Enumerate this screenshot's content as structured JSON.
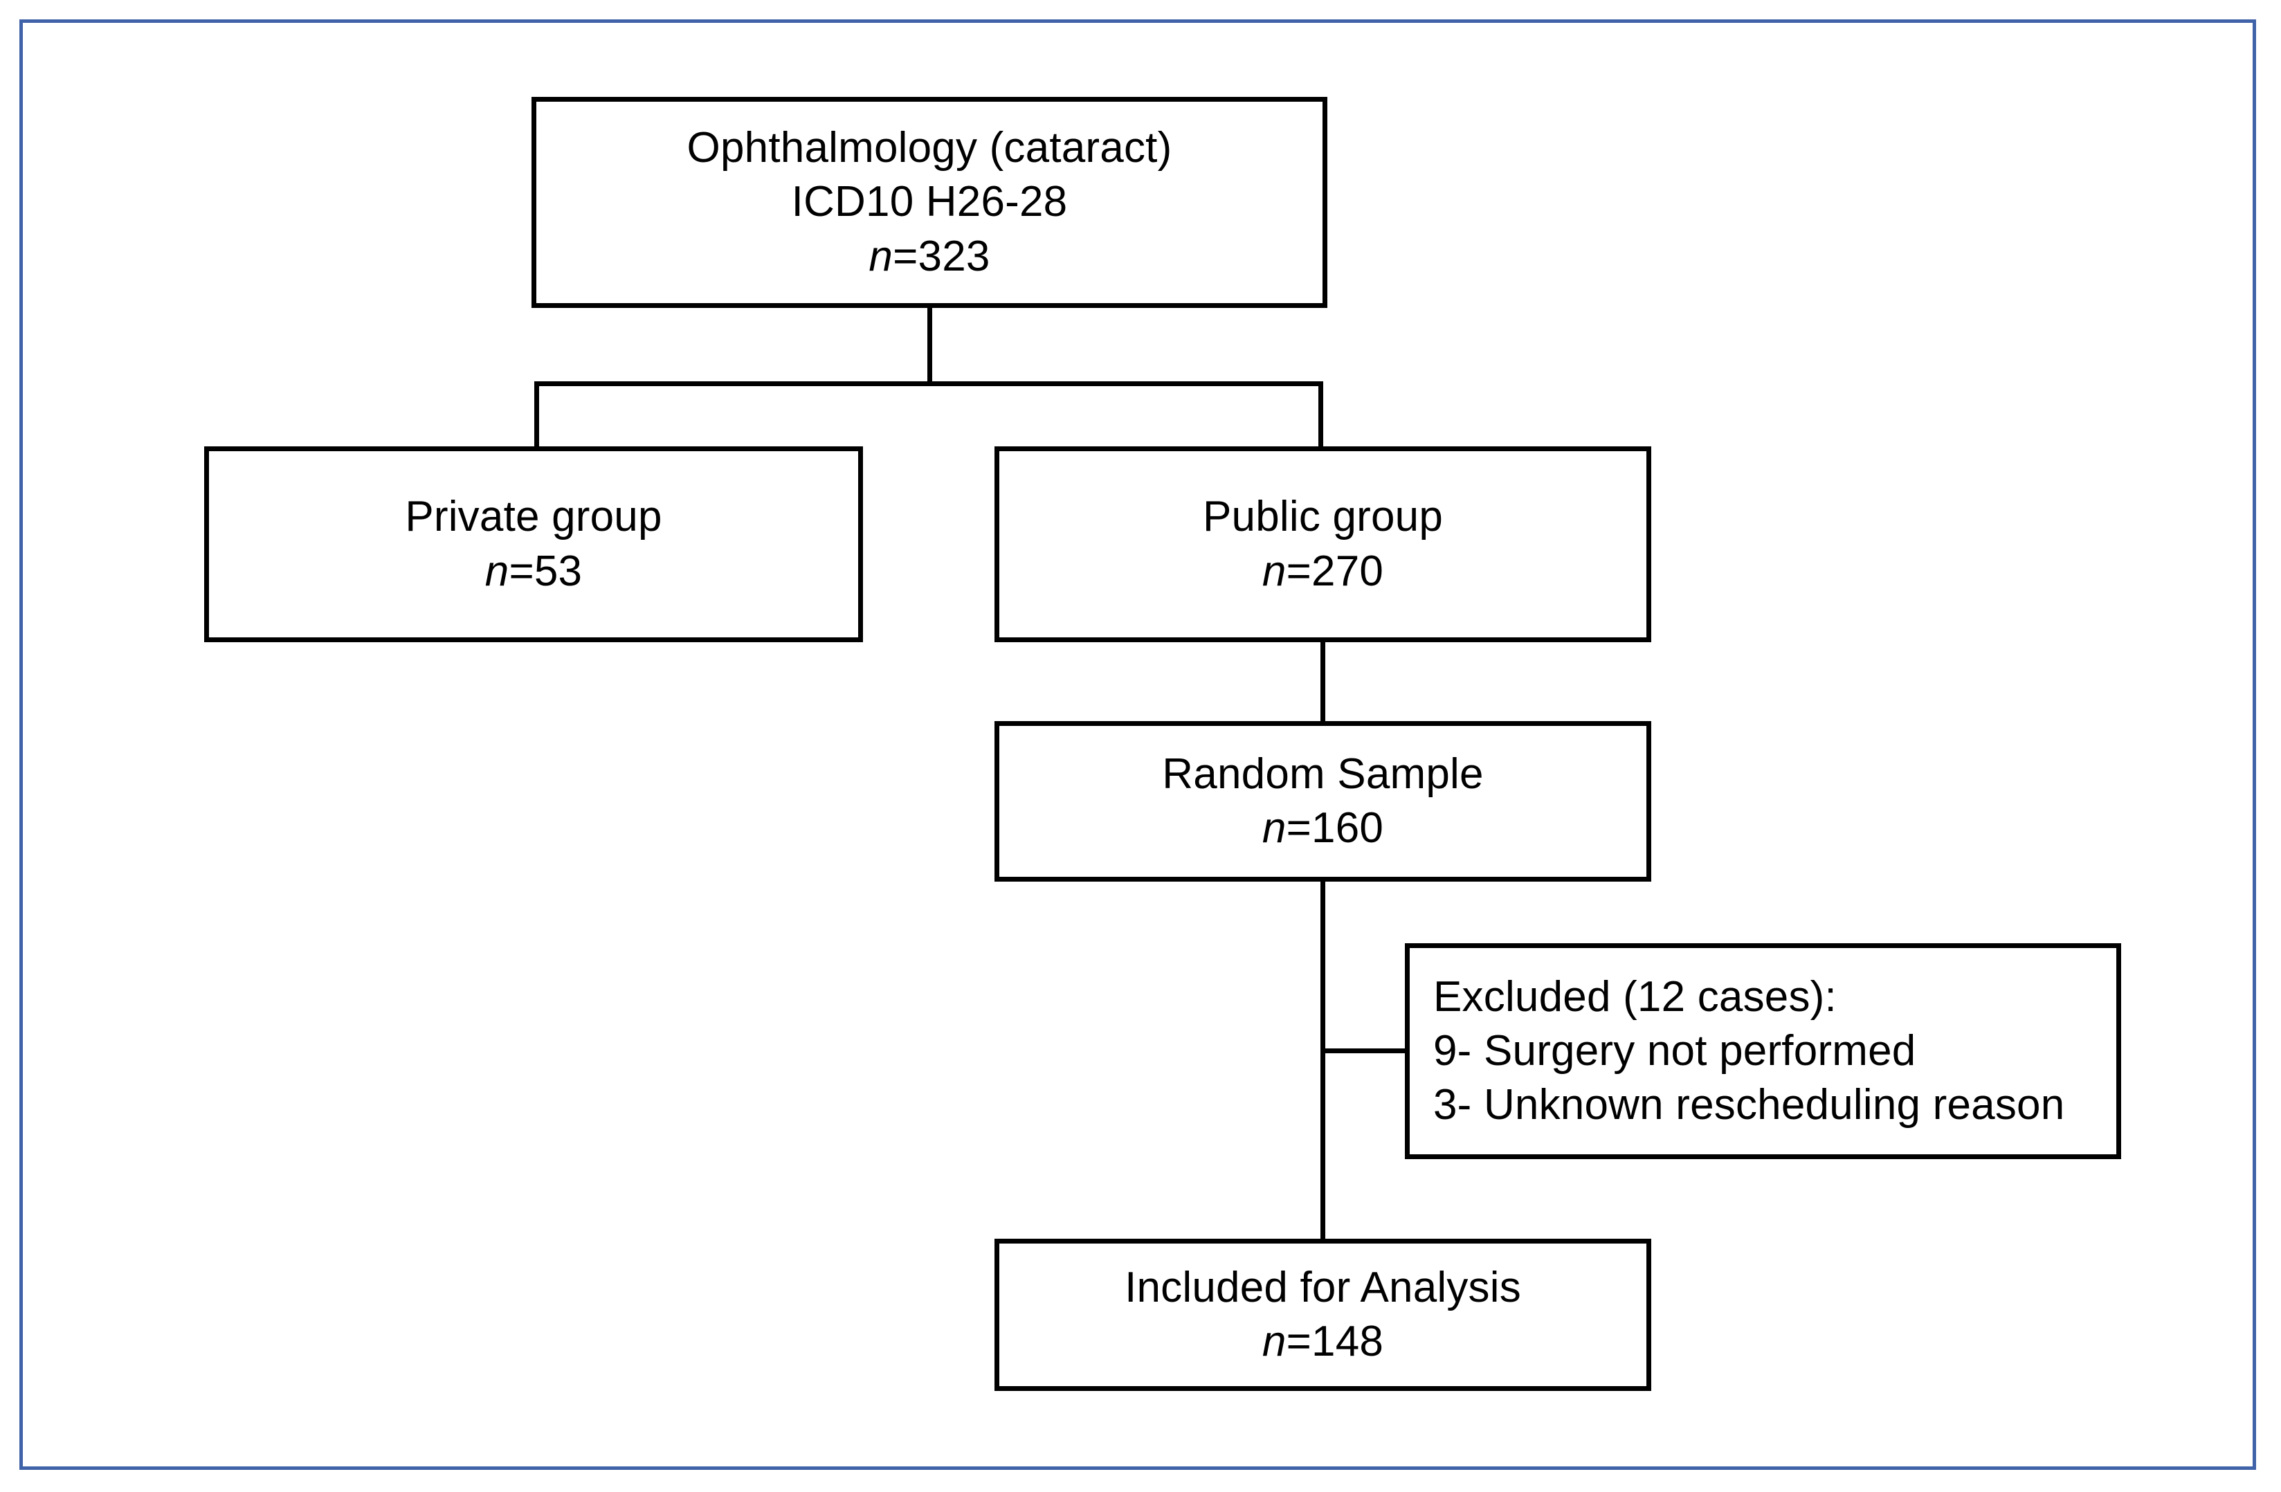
{
  "figure": {
    "frame_color": "#3f62a8",
    "box_border_color": "#000000",
    "background": "#ffffff"
  },
  "chart_data": {
    "type": "flowchart",
    "title": "",
    "nodes": [
      {
        "id": "source",
        "lines": [
          "Ophthalmology (cataract)",
          "ICD10 H26-28"
        ],
        "n_prefix": "n",
        "n_value": "=323",
        "n_label": "n=323",
        "count": 323
      },
      {
        "id": "private",
        "lines": [
          "Private group"
        ],
        "n_prefix": "n",
        "n_value": "=53",
        "n_label": "n=53",
        "count": 53
      },
      {
        "id": "public",
        "lines": [
          "Public group"
        ],
        "n_prefix": "n",
        "n_value": "=270",
        "n_label": "n=270",
        "count": 270
      },
      {
        "id": "random_sample",
        "lines": [
          "Random Sample"
        ],
        "n_prefix": "n",
        "n_value": "=160",
        "n_label": "n=160",
        "count": 160
      },
      {
        "id": "excluded",
        "lines": [
          "Excluded (12 cases):",
          "9- Surgery not performed",
          "3- Unknown rescheduling reason"
        ],
        "count": 12,
        "reasons": [
          {
            "count": 9,
            "label": "Surgery not performed"
          },
          {
            "count": 3,
            "label": "Unknown rescheduling reason"
          }
        ]
      },
      {
        "id": "included",
        "lines": [
          "Included for Analysis"
        ],
        "n_prefix": "n",
        "n_value": "=148",
        "n_label": "n=148",
        "count": 148
      }
    ],
    "edges": [
      {
        "from": "source",
        "to": "private"
      },
      {
        "from": "source",
        "to": "public"
      },
      {
        "from": "public",
        "to": "random_sample"
      },
      {
        "from": "random_sample",
        "to": "excluded"
      },
      {
        "from": "random_sample",
        "to": "included"
      }
    ]
  },
  "source_box": {
    "line1": "Ophthalmology (cataract)",
    "line2": "ICD10 H26-28",
    "n_italic": "n",
    "n_rest": "=323"
  },
  "private_box": {
    "line1": "Private group",
    "n_italic": "n",
    "n_rest": "=53"
  },
  "public_box": {
    "line1": "Public group",
    "n_italic": "n",
    "n_rest": "=270"
  },
  "random_sample_box": {
    "line1": "Random Sample",
    "n_italic": "n",
    "n_rest": "=160"
  },
  "excluded_box": {
    "line1": "Excluded (12 cases):",
    "line2": "9- Surgery not performed",
    "line3": "3- Unknown rescheduling reason"
  },
  "included_box": {
    "line1": "Included for Analysis",
    "n_italic": "n",
    "n_rest": "=148"
  }
}
